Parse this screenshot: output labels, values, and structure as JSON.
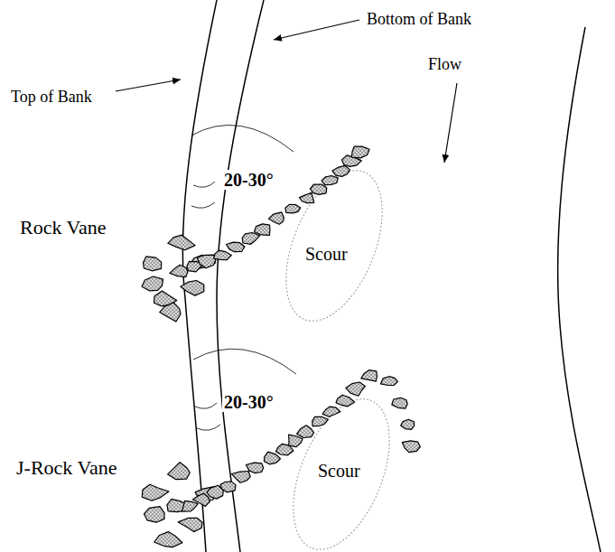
{
  "diagram": {
    "labels": [
      "Top of Bank",
      "Bottom of Bank",
      "Flow",
      "Rock Vane",
      "20-30°",
      "Scour",
      "J-Rock Vane",
      "20-30°",
      "Scour"
    ]
  }
}
